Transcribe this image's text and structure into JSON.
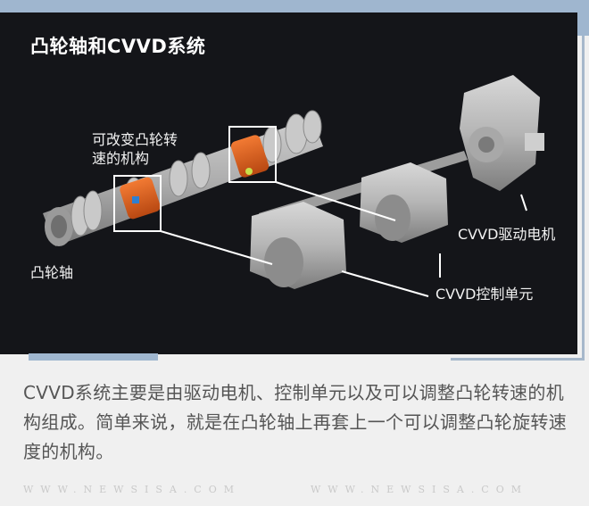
{
  "figure": {
    "title": "凸轮轴和CVVD系统",
    "labels": {
      "mechanism": "可改变凸轮转速的机构",
      "camshaft": "凸轮轴",
      "drive_motor": "CVVD驱动电机",
      "control_unit": "CVVD控制单元"
    }
  },
  "caption": {
    "text": "CVVD系统主要是由驱动电机、控制单元以及可以调整凸轮转速的机构组成。简单来说，就是在凸轮轴上再套上一个可以调整凸轮旋转速度的机构。"
  },
  "watermark": {
    "left": "WWW.NEWSISA.COM",
    "right": "WWW.NEWSISA.COM"
  },
  "colors": {
    "accent_blue": "#9fb6cf",
    "panel_bg": "#141519",
    "highlight_orange": "#e0601e",
    "page_bg": "#f0f0f0"
  }
}
